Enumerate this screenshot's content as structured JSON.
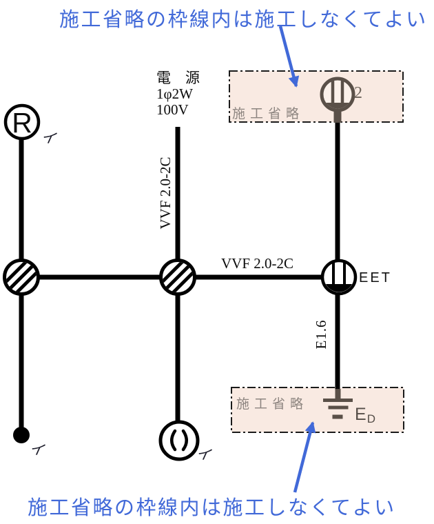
{
  "notes": {
    "top": "施工省略の枠線内は施工しなくてよい",
    "bottom": "施工省略の枠線内は施工しなくてよい"
  },
  "power_source": {
    "name": "電　源",
    "phase": "1φ2W",
    "voltage": "100V"
  },
  "cables": {
    "feeder_vertical": "VVF 2.0-2C",
    "branch_horizontal": "VVF 2.0-2C",
    "ground_wire": "E1.6"
  },
  "omission_boxes": {
    "top_label": "施工省略",
    "bottom_label": "施工省略"
  },
  "devices": {
    "lamp_receptacle": {
      "letter": "R",
      "circuit": "イ"
    },
    "switch": {
      "circuit": "イ"
    },
    "ceiling_rosette": {
      "circuit": "イ"
    },
    "outlet_double": {
      "count_label": "2"
    },
    "outlet_grounded": {
      "label": "EET"
    },
    "ground_electrode": {
      "label_main": "E",
      "label_sub": "D"
    }
  },
  "colors": {
    "note_blue": "#4169d8",
    "omission_box_fill": "#f9eae2",
    "omission_text_gray": "#8d8580",
    "symbol_dark": "#5a5048",
    "wire_black": "#000000"
  }
}
